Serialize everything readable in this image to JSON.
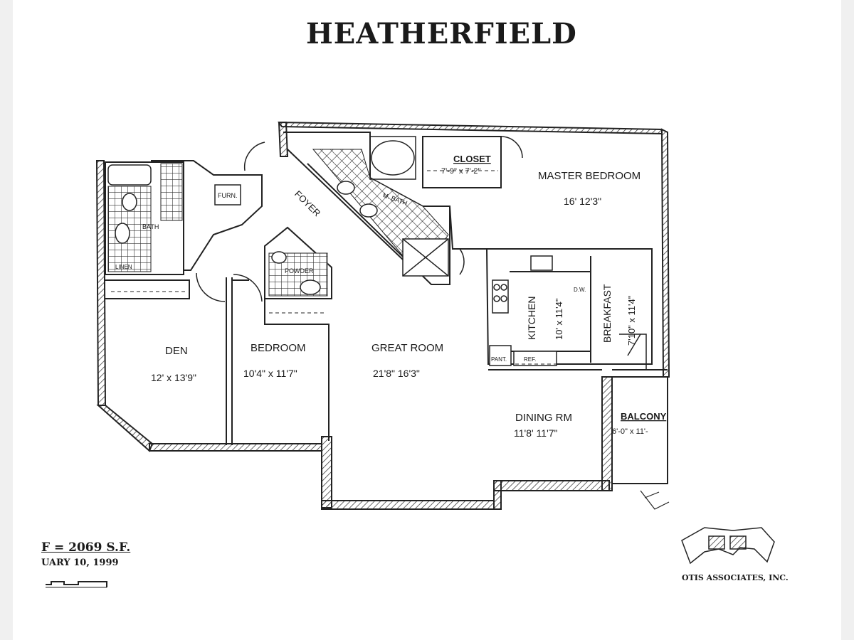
{
  "title": "HEATHERFIELD",
  "rooms": {
    "closet": {
      "name": "CLOSET",
      "size": "7'-9\" x 7'-2\""
    },
    "master_bedroom": {
      "name": "MASTER BEDROOM",
      "size": "16'  12'3\""
    },
    "foyer": {
      "name": "FOYER"
    },
    "m_bath": {
      "name": "M. BATH"
    },
    "furn": {
      "name": "FURN."
    },
    "bath": {
      "name": "BATH"
    },
    "linen": {
      "name": "LINEN"
    },
    "powder": {
      "name": "POWDER"
    },
    "den": {
      "name": "DEN",
      "size": "12' x 13'9\""
    },
    "bedroom": {
      "name": "BEDROOM",
      "size": "10'4\" x 11'7\""
    },
    "great_room": {
      "name": "GREAT ROOM",
      "size": "21'8\"  16'3\""
    },
    "kitchen": {
      "name": "KITCHEN",
      "size": "10' x 11'4\""
    },
    "breakfast": {
      "name": "BREAKFAST",
      "size": "7'10\" x 11'4\""
    },
    "dining": {
      "name": "DINING RM",
      "size": "11'8'  11'7\""
    },
    "balcony": {
      "name": "BALCONY",
      "size": "6'-0\" x 11'-"
    },
    "pant": {
      "name": "PANT."
    },
    "ref": {
      "name": "REF."
    },
    "dw": {
      "name": "D.W."
    }
  },
  "footer": {
    "area": "F = 2069 S.F.",
    "date": "UARY 10, 1999",
    "firm": "OTIS ASSOCIATES, INC."
  }
}
